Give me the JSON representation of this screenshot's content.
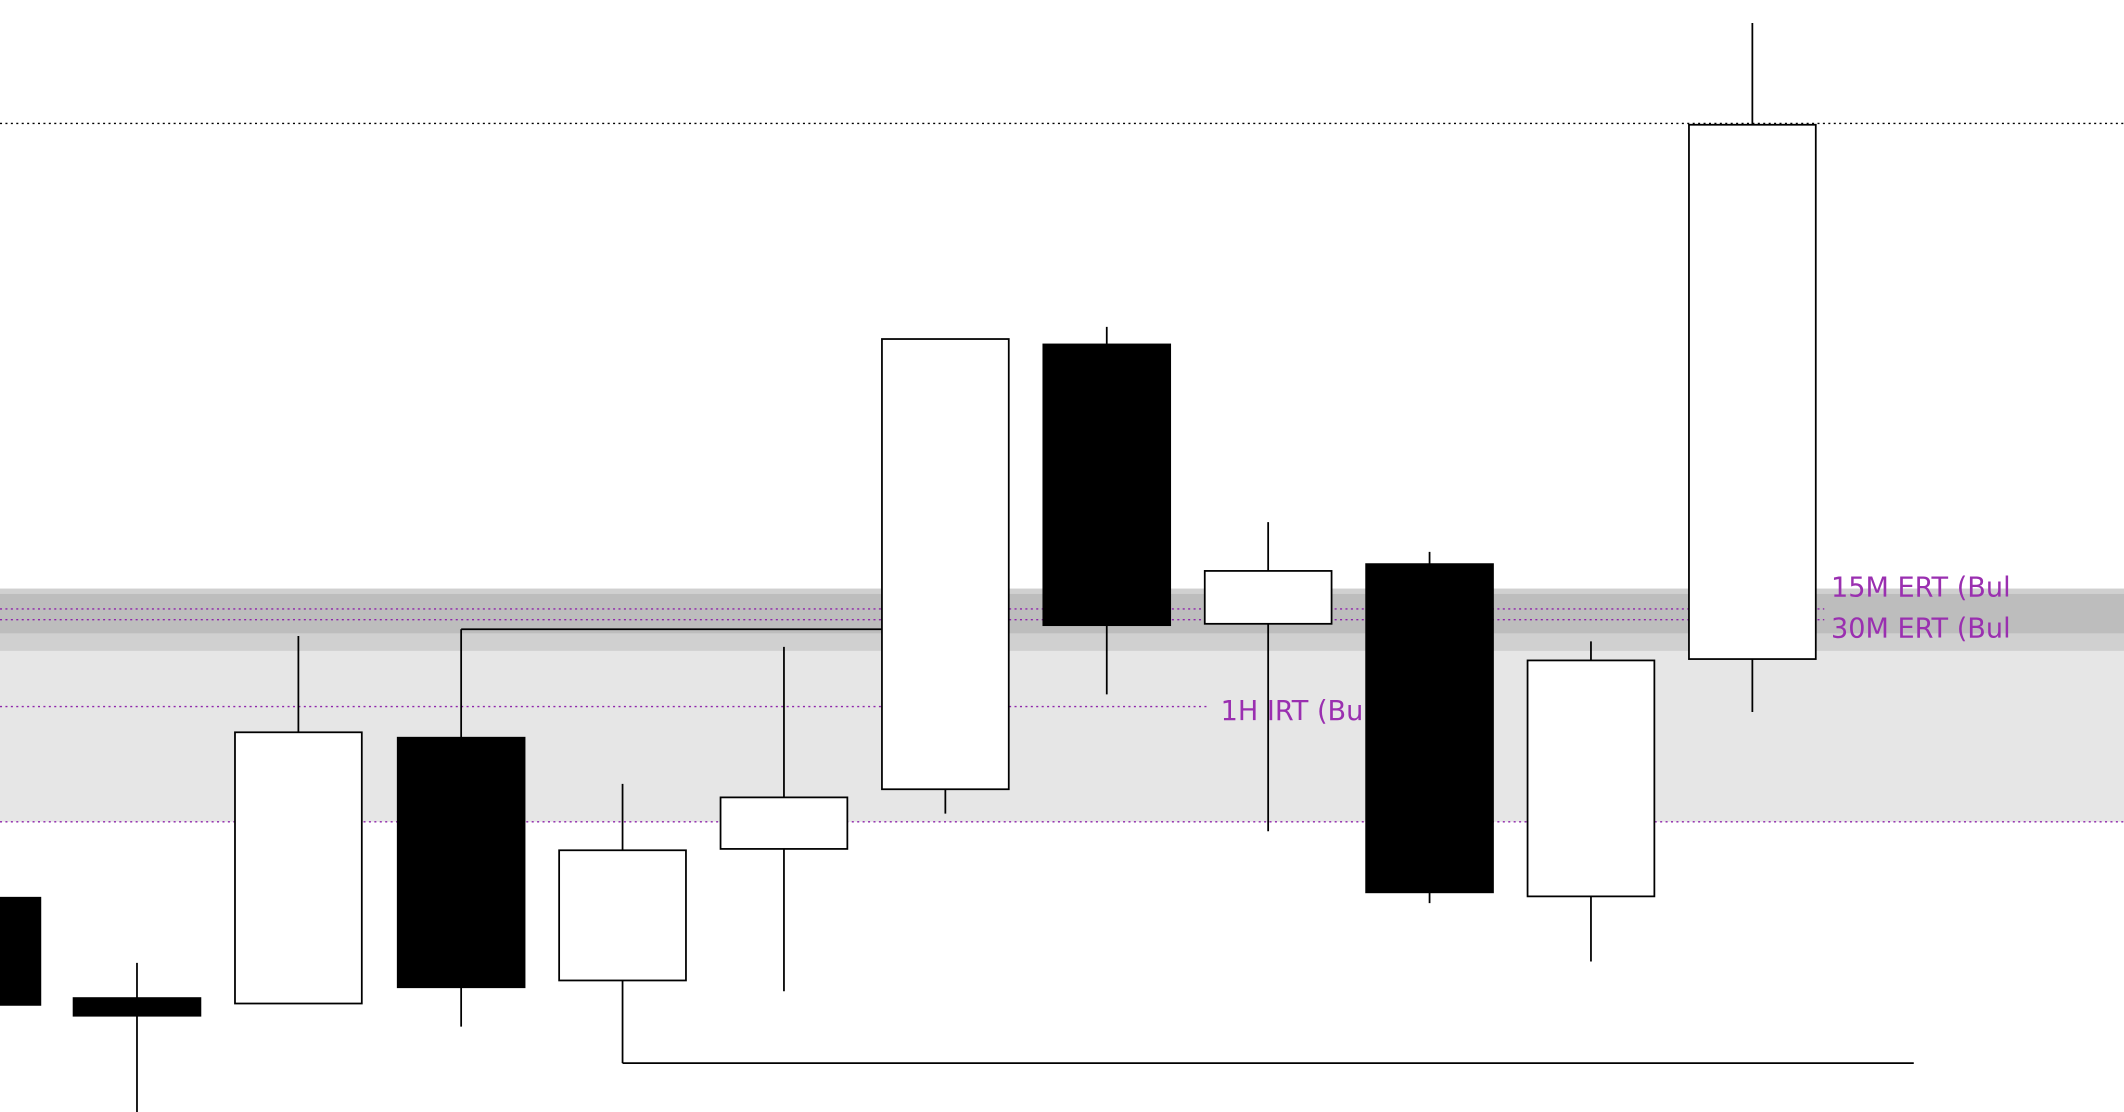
{
  "chart_data": {
    "type": "candlestick",
    "title": "",
    "price_range": [
      0,
      82
    ],
    "colors": {
      "label": "#9a2fb0",
      "level_line": "#8e24aa",
      "band_outer": "#d0d0d0",
      "band_inner": "#bdbdbd",
      "zone": "#e6e6e6",
      "bull": "#ffffff",
      "bear": "#000000"
    },
    "candles": [
      {
        "open": 15.8,
        "high": 15.8,
        "low": 7.9,
        "close": 7.9
      },
      {
        "open": 8.4,
        "high": 11.0,
        "low": 0.0,
        "close": 7.1
      },
      {
        "open": 8.0,
        "high": 35.1,
        "low": 8.0,
        "close": 28.0
      },
      {
        "open": 27.6,
        "high": 35.6,
        "low": 6.3,
        "close": 9.2
      },
      {
        "open": 9.7,
        "high": 24.2,
        "low": 3.6,
        "close": 19.3
      },
      {
        "open": 19.4,
        "high": 34.3,
        "low": 8.9,
        "close": 23.2
      },
      {
        "open": 23.8,
        "high": 57.0,
        "low": 22.0,
        "close": 57.0
      },
      {
        "open": 56.6,
        "high": 57.9,
        "low": 30.8,
        "close": 35.9
      },
      {
        "open": 36.0,
        "high": 43.5,
        "low": 20.7,
        "close": 39.9
      },
      {
        "open": 40.4,
        "high": 41.3,
        "low": 15.4,
        "close": 16.2
      },
      {
        "open": 15.9,
        "high": 34.7,
        "low": 11.1,
        "close": 33.3
      },
      {
        "open": 33.4,
        "high": 80.3,
        "low": 29.5,
        "close": 72.8
      }
    ],
    "levels": [
      {
        "label": "15M ERT (Bul",
        "price": 37.1
      },
      {
        "label": "30M ERT (Bul",
        "price": 36.3
      },
      {
        "label": "1H IRT (Bul",
        "price": 29.9
      },
      {
        "label": "",
        "price": 21.4
      }
    ],
    "top_level_price": 72.9,
    "swing_high_line_price": 35.6,
    "swing_low_line_price": 3.6
  }
}
